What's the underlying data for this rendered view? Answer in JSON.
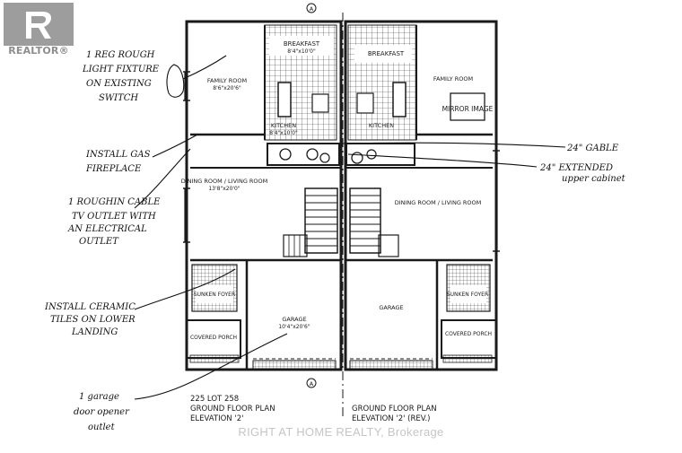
{
  "brand": {
    "logo_text": "REALTOR®",
    "watermark": "RIGHT AT HOME REALTY, Brokerage"
  },
  "colors": {
    "ink": "#1a1a1a",
    "background": "#ffffff",
    "logo_gray": "#9d9d9d"
  },
  "rooms_left": {
    "breakfast": "BREAKFAST",
    "breakfast_dim": "8'4\"x10'0\"",
    "family_room": "FAMILY ROOM",
    "family_dim": "8'6\"x20'6\"",
    "kitchen": "KITCHEN",
    "kitchen_dim": "8'4\"x10'0\"",
    "dining_living": "DINING ROOM / LIVING ROOM",
    "dining_dim": "13'8\"x20'0\"",
    "sunken_foyer": "SUNKEN FOYER",
    "garage": "GARAGE",
    "garage_dim": "10'4\"x20'6\"",
    "covered_porch": "COVERED PORCH"
  },
  "rooms_right": {
    "breakfast": "BREAKFAST",
    "family_room": "FAMILY ROOM",
    "mirror_image": "MIRROR IMAGE",
    "kitchen": "KITCHEN",
    "dining_living": "DINING ROOM / LIVING ROOM",
    "garage": "GARAGE",
    "sunken_foyer": "SUNKEN FOYER",
    "covered_porch": "COVERED PORCH"
  },
  "plan_captions": {
    "left_lot": "225 LOT 258",
    "left_title": "GROUND FLOOR PLAN",
    "left_elev": "ELEVATION '2'",
    "right_title": "GROUND FLOOR PLAN",
    "right_elev": "ELEVATION '2' (REV.)"
  },
  "notes": {
    "light_fixture": [
      "1 REG ROUGH",
      "LIGHT FIXTURE",
      "ON EXISTING",
      "SWITCH"
    ],
    "gas_fireplace": [
      "INSTALL GAS",
      "FIREPLACE"
    ],
    "cable_outlet": [
      "1 ROUGHIN CABLE",
      "TV OUTLET WITH",
      "AN ELECTRICAL",
      "OUTLET"
    ],
    "ceramic_tiles": [
      "INSTALL CERAMIC",
      "TILES ON LOWER",
      "LANDING"
    ],
    "garage_opener": [
      "1 garage",
      "door opener",
      "outlet"
    ],
    "gable": "24\" GABLE",
    "upper_cabinet": [
      "24\" EXTENDED",
      "upper cabinet"
    ]
  },
  "markers": {
    "section": "A"
  }
}
